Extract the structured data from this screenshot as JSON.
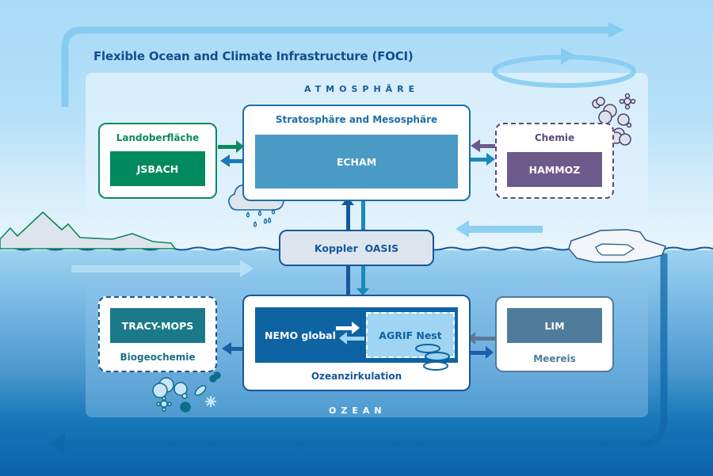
{
  "title": "Flexible Ocean and Climate Infrastructure (FOCI)",
  "atmosphere": {
    "panel_label": "ATMOSPHÄRE",
    "stratosphere": {
      "label": "Stratosphäre and Mesosphäre",
      "model": "ECHAM"
    },
    "land": {
      "label": "Landoberfläche",
      "model": "JSBACH"
    },
    "chemistry": {
      "label": "Chemie",
      "model": "HAMMOZ"
    }
  },
  "coupler": {
    "label": "Koppler  OASIS"
  },
  "ocean": {
    "panel_label": "OZEAN",
    "circulation": {
      "label": "Ozeanzirkulation",
      "global_model": "NEMO global",
      "nest_model": "AGRIF Nest"
    },
    "biogeochemistry": {
      "label": "Biogeochemie",
      "model": "TRACY-MOPS"
    },
    "sea_ice": {
      "label": "Meereis",
      "model": "LIM"
    }
  },
  "colors": {
    "title": "#134f8c",
    "echam": "#4a9ac6",
    "jsbach": "#008a5e",
    "hammoz": "#6b5a8a",
    "tracy_mops": "#1a7a8a",
    "nemo": "#0e63a3",
    "agrif": "#9fd4f2",
    "lim": "#4f7c9a"
  }
}
